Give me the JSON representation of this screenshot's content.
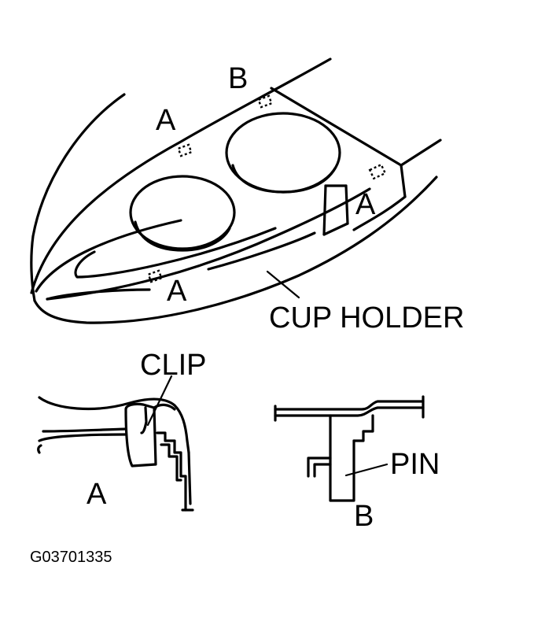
{
  "labels": {
    "callout_a_top": "A",
    "callout_b_top": "B",
    "callout_a_right": "A",
    "callout_a_bottom": "A",
    "cup_holder": "CUP HOLDER",
    "clip": "CLIP",
    "detail_a": "A",
    "pin": "PIN",
    "detail_b": "B"
  },
  "figure_code": "G03701335"
}
